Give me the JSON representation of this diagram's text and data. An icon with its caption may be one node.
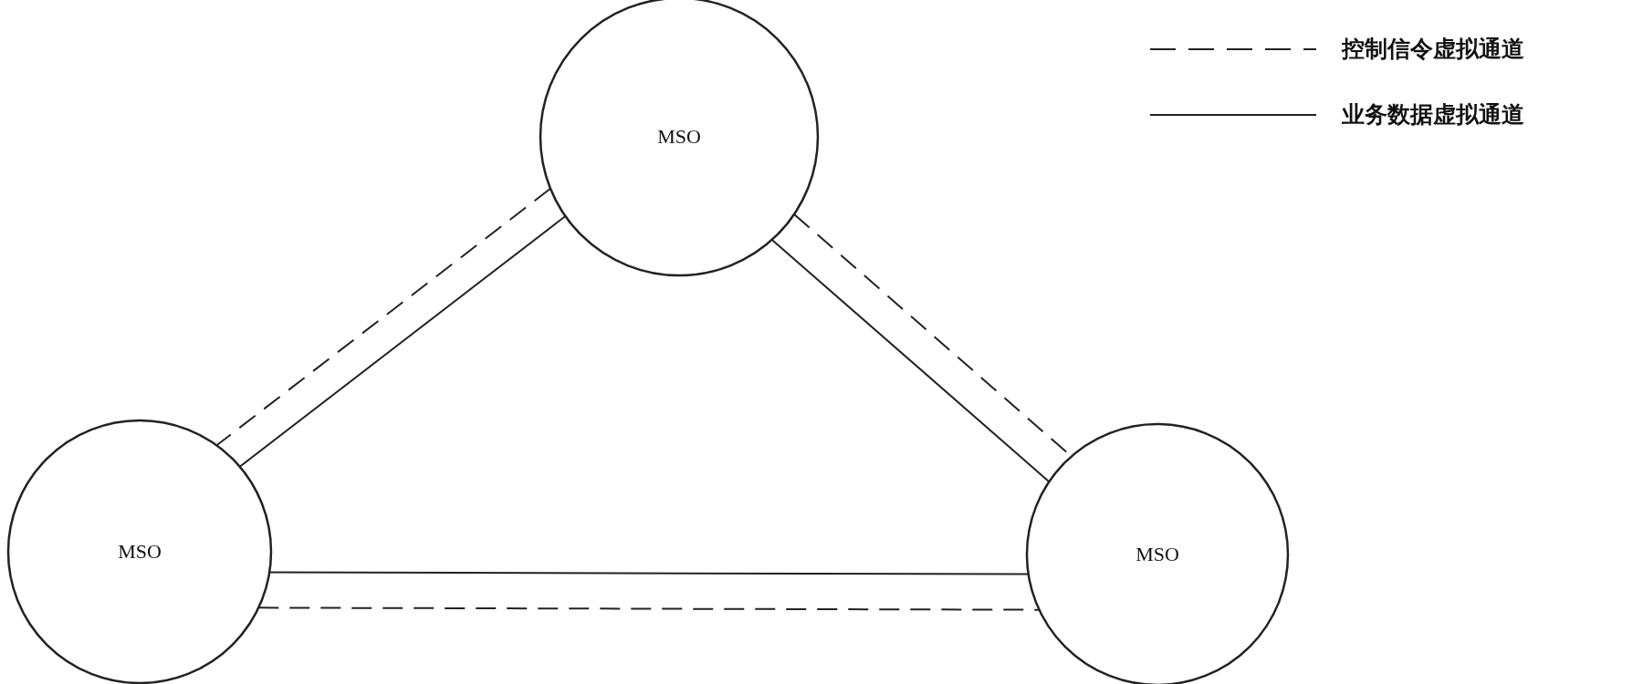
{
  "diagram": {
    "nodes": [
      {
        "text": [
          "MSO"
        ]
      },
      {
        "text": [
          "MSO"
        ]
      },
      {
        "text": [
          "MSO"
        ]
      }
    ],
    "edges": [
      {
        "from": 0,
        "to": 1,
        "arrow": "none",
        "style": "dashed"
      },
      {
        "from": 0,
        "to": 1,
        "arrow": "none"
      },
      {
        "from": 0,
        "to": 2,
        "arrow": "none",
        "style": "dashed"
      },
      {
        "from": 0,
        "to": 2,
        "arrow": "none"
      },
      {
        "from": 1,
        "to": 2,
        "arrow": "none"
      },
      {
        "from": 1,
        "to": 2,
        "arrow": "none",
        "style": "dashed"
      }
    ],
    "legend": [
      {
        "text": "控制信令虚拟通道"
      },
      {
        "text": "业务数据虚拟通道"
      }
    ]
  }
}
